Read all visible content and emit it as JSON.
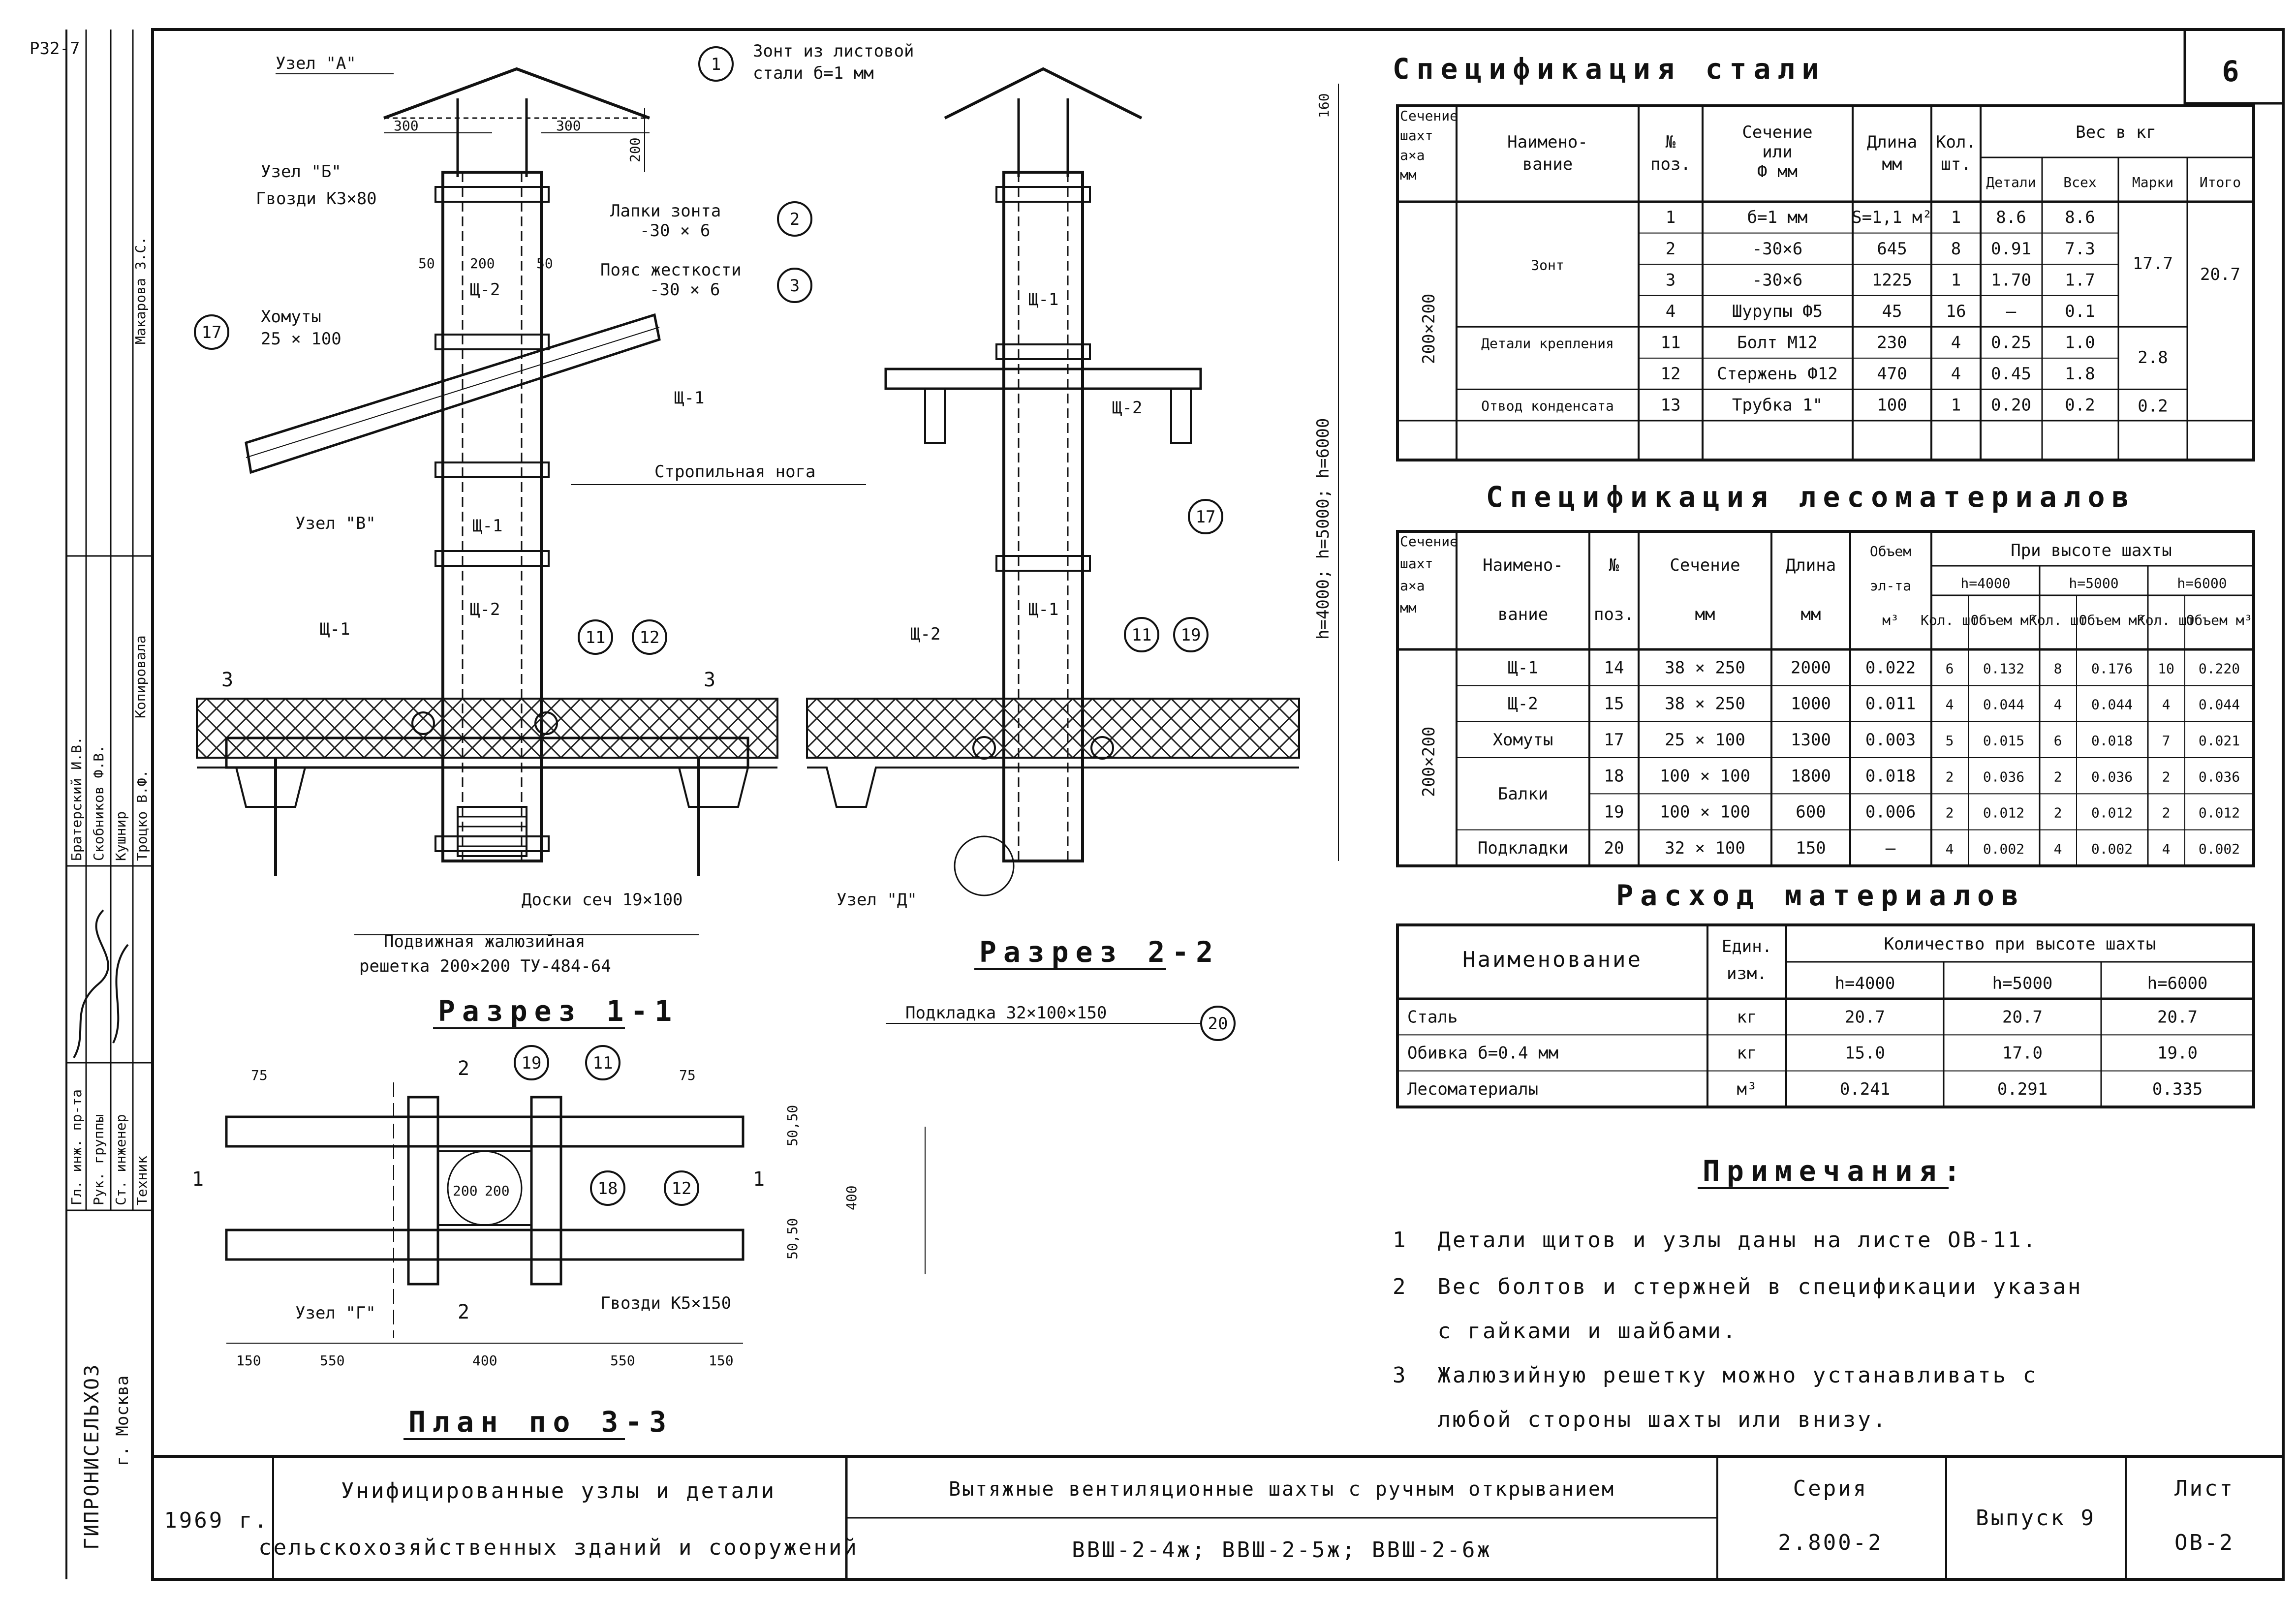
{
  "sheet": {
    "sheet_number_corner": "6",
    "top_left_code": "РЗ2-7"
  },
  "left_strip": {
    "organization": "ГИПРОНИСЕЛЬХОЗ",
    "city": "г. Москва",
    "roles": [
      "Гл. инж. пр-та",
      "Рук. группы",
      "Ст. инженер",
      "Техник"
    ],
    "names": [
      "Братерский И.В.",
      "Скобников Ф.В.",
      "Кушнир",
      "Троцко В.Ф."
    ],
    "copied_by": "Копировала",
    "drawn_by": "Макарова З.С."
  },
  "drawing_labels": {
    "uzel_a": "Узел \"А\"",
    "uzel_b": "Узел \"Б\"",
    "uzel_v": "Узел \"В\"",
    "uzel_g": "Узел \"Г\"",
    "uzel_d": "Узел \"Д\"",
    "umbrella": "Зонт из листовой",
    "umbrella2": "стали б=1 мм",
    "lapki": "Лапки зонта",
    "lapki_size": "-30 × 6",
    "poyas": "Пояс жесткости",
    "poyas_size": "-30 × 6",
    "gvozdi_top": "Гвозди К3×80",
    "homuty": "Хомуты",
    "homuty_size": "25 × 100",
    "stropilnaya": "Стропильная нога",
    "doski": "Доски сеч 19×100",
    "reshetka": "Подвижная жалюзийная",
    "reshetka2": "решетка 200×200  ТУ-484-64",
    "podkladka": "Подкладка 32×100×150",
    "gvozdi_plan": "Гвозди К5×150",
    "sh1": "Щ-1",
    "sh2": "Щ-2",
    "height_dim": "h=4000; h=5000; h=6000",
    "dim_160": "160",
    "dim_200": "200",
    "dim_300": "300",
    "dim_50": "50",
    "dim_400": "400",
    "dim_550": "550",
    "dim_150": "150",
    "dim_75": "75",
    "dim_5050": "50,50"
  },
  "section_titles": {
    "r11": "Разрез 1-1",
    "r22": "Разрез 2-2",
    "plan": "План по 3-3"
  },
  "callouts": [
    "1",
    "2",
    "3",
    "11",
    "12",
    "17",
    "18",
    "19",
    "20"
  ],
  "steel_spec": {
    "title": "Спецификация стали",
    "headers": [
      "Сечение шахт a×a мм",
      "Наимено-вание",
      "№ поз.",
      "Сечение или Ф мм",
      "Длина мм",
      "Кол. шт.",
      "Вес в кг"
    ],
    "weight_sub": [
      "Детали",
      "Всех",
      "Марки",
      "Итого"
    ],
    "group_section": "200×200",
    "rows": [
      {
        "name": "Зонт",
        "pos": "1",
        "sec": "б=1 мм",
        "len": "S=1,1 м²",
        "qty": "1",
        "det": "8.6",
        "all": "8.6"
      },
      {
        "name": "",
        "pos": "2",
        "sec": "-30×6",
        "len": "645",
        "qty": "8",
        "det": "0.91",
        "all": "7.3"
      },
      {
        "name": "",
        "pos": "3",
        "sec": "-30×6",
        "len": "1225",
        "qty": "1",
        "det": "1.70",
        "all": "1.7"
      },
      {
        "name": "",
        "pos": "4",
        "sec": "Шурупы Ф5",
        "len": "45",
        "qty": "16",
        "det": "—",
        "all": "0.1"
      },
      {
        "name": "Детали крепления",
        "pos": "11",
        "sec": "Болт М12",
        "len": "230",
        "qty": "4",
        "det": "0.25",
        "all": "1.0"
      },
      {
        "name": "",
        "pos": "12",
        "sec": "Стержень Ф12",
        "len": "470",
        "qty": "4",
        "det": "0.45",
        "all": "1.8"
      },
      {
        "name": "Отвод конденсата",
        "pos": "13",
        "sec": "Трубка 1\"",
        "len": "100",
        "qty": "1",
        "det": "0.20",
        "all": "0.2"
      }
    ],
    "marks": [
      "17.7",
      "2.8",
      "0.2"
    ],
    "total": "20.7"
  },
  "wood_spec": {
    "title": "Спецификация лесоматериалов",
    "headers": [
      "Сечение шахт a×a мм",
      "Наимено-вание",
      "№ поз.",
      "Сечение мм",
      "Длина мм",
      "Объем эл-та м³",
      "При высоте шахты"
    ],
    "heights": [
      "h=4000",
      "h=5000",
      "h=6000"
    ],
    "sub": [
      "Кол. шт",
      "Объем м³"
    ],
    "group_section": "200×200",
    "rows": [
      {
        "name": "Щ-1",
        "pos": "14",
        "sec": "38 × 250",
        "len": "2000",
        "vol": "0.022",
        "v": [
          "6",
          "0.132",
          "8",
          "0.176",
          "10",
          "0.220"
        ]
      },
      {
        "name": "Щ-2",
        "pos": "15",
        "sec": "38 × 250",
        "len": "1000",
        "vol": "0.011",
        "v": [
          "4",
          "0.044",
          "4",
          "0.044",
          "4",
          "0.044"
        ]
      },
      {
        "name": "Хомуты",
        "pos": "17",
        "sec": "25 × 100",
        "len": "1300",
        "vol": "0.003",
        "v": [
          "5",
          "0.015",
          "6",
          "0.018",
          "7",
          "0.021"
        ]
      },
      {
        "name": "Балки",
        "pos": "18",
        "sec": "100 × 100",
        "len": "1800",
        "vol": "0.018",
        "v": [
          "2",
          "0.036",
          "2",
          "0.036",
          "2",
          "0.036"
        ]
      },
      {
        "name": "",
        "pos": "19",
        "sec": "100 × 100",
        "len": "600",
        "vol": "0.006",
        "v": [
          "2",
          "0.012",
          "2",
          "0.012",
          "2",
          "0.012"
        ]
      },
      {
        "name": "Подкладки",
        "pos": "20",
        "sec": "32 × 100",
        "len": "150",
        "vol": "—",
        "v": [
          "4",
          "0.002",
          "4",
          "0.002",
          "4",
          "0.002"
        ]
      }
    ]
  },
  "materials": {
    "title": "Расход материалов",
    "headers": [
      "Наименование",
      "Един. изм.",
      "Количество при высоте шахты"
    ],
    "heights": [
      "h=4000",
      "h=5000",
      "h=6000"
    ],
    "rows": [
      {
        "name": "Сталь",
        "unit": "кг",
        "v": [
          "20.7",
          "20.7",
          "20.7"
        ]
      },
      {
        "name": "Обивка б=0.4 мм",
        "unit": "кг",
        "v": [
          "15.0",
          "17.0",
          "19.0"
        ]
      },
      {
        "name": "Лесоматериалы",
        "unit": "м³",
        "v": [
          "0.241",
          "0.291",
          "0.335"
        ]
      }
    ]
  },
  "notes": {
    "title": "Примечания:",
    "lines": [
      "1  Детали щитов и узлы даны на листе ОВ-11.",
      "2  Вес болтов и стержней в спецификации указан",
      "   с гайками и шайбами.",
      "3  Жалюзийную решетку можно устанавливать с",
      "   любой стороны шахты или внизу."
    ]
  },
  "title_block": {
    "year": "1969 г.",
    "project1": "Унифицированные узлы и детали",
    "project2": "сельскохозяйственных зданий и сооружений",
    "title1": "Вытяжные вентиляционные шахты с ручным открыванием",
    "title2": "ВВШ-2-4ж;  ВВШ-2-5ж;  ВВШ-2-6ж",
    "series_label": "Серия",
    "series": "2.800-2",
    "issue": "Выпуск 9",
    "sheet_label": "Лист",
    "sheet": "ОВ-2"
  }
}
